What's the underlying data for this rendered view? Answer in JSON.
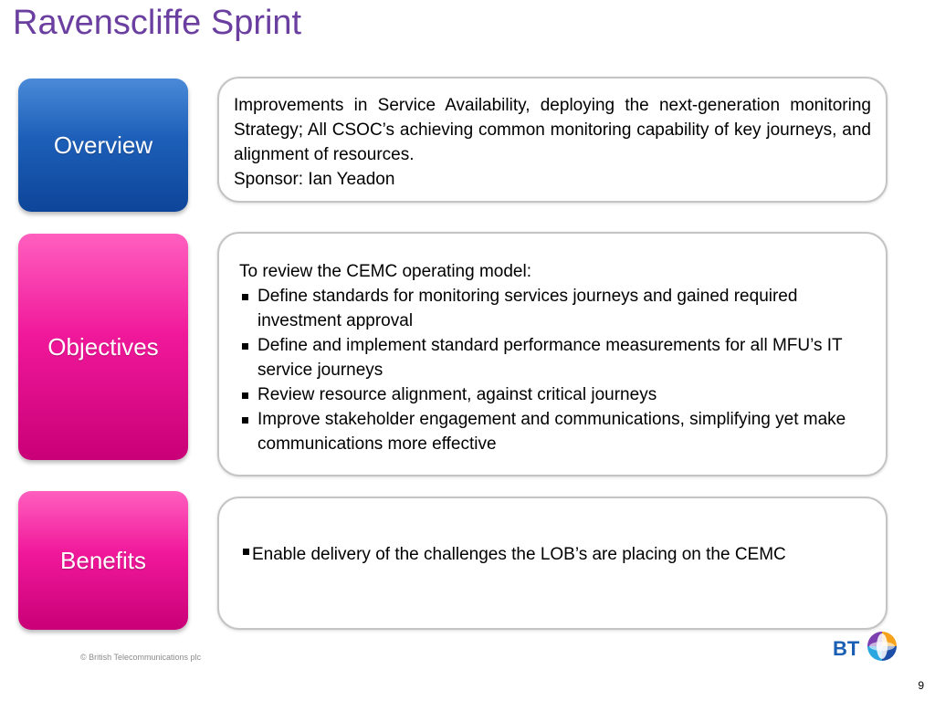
{
  "title": "Ravenscliffe Sprint",
  "sections": {
    "overview": {
      "label": "Overview",
      "text": "Improvements in Service Availability, deploying the next-generation monitoring Strategy; All CSOC’s achieving common monitoring capability of key journeys, and alignment of resources.",
      "sponsor": "Sponsor: Ian Yeadon"
    },
    "objectives": {
      "label": "Objectives",
      "intro": "To review the CEMC operating model:",
      "bullets": [
        "Define standards for monitoring services journeys and gained required investment approval",
        "Define and implement standard performance measurements for all MFU’s IT service journeys",
        "Review resource alignment, against critical journeys",
        "Improve stakeholder engagement and communications, simplifying yet make communications more effective"
      ]
    },
    "benefits": {
      "label": "Benefits",
      "text": "Enable delivery of the challenges the LOB’s are placing on the CEMC"
    }
  },
  "footer": {
    "copyright": "© British Telecommunications plc",
    "page_number": "9",
    "logo_text": "BT"
  },
  "colors": {
    "title": "#6b3fa0",
    "overview_tab": "#1d5fb8",
    "objectives_tab": "#f0189a",
    "benefits_tab": "#f0189a",
    "card_border": "#c4c4c4"
  },
  "icons": {
    "logo": "bt-globe-logo-icon"
  }
}
